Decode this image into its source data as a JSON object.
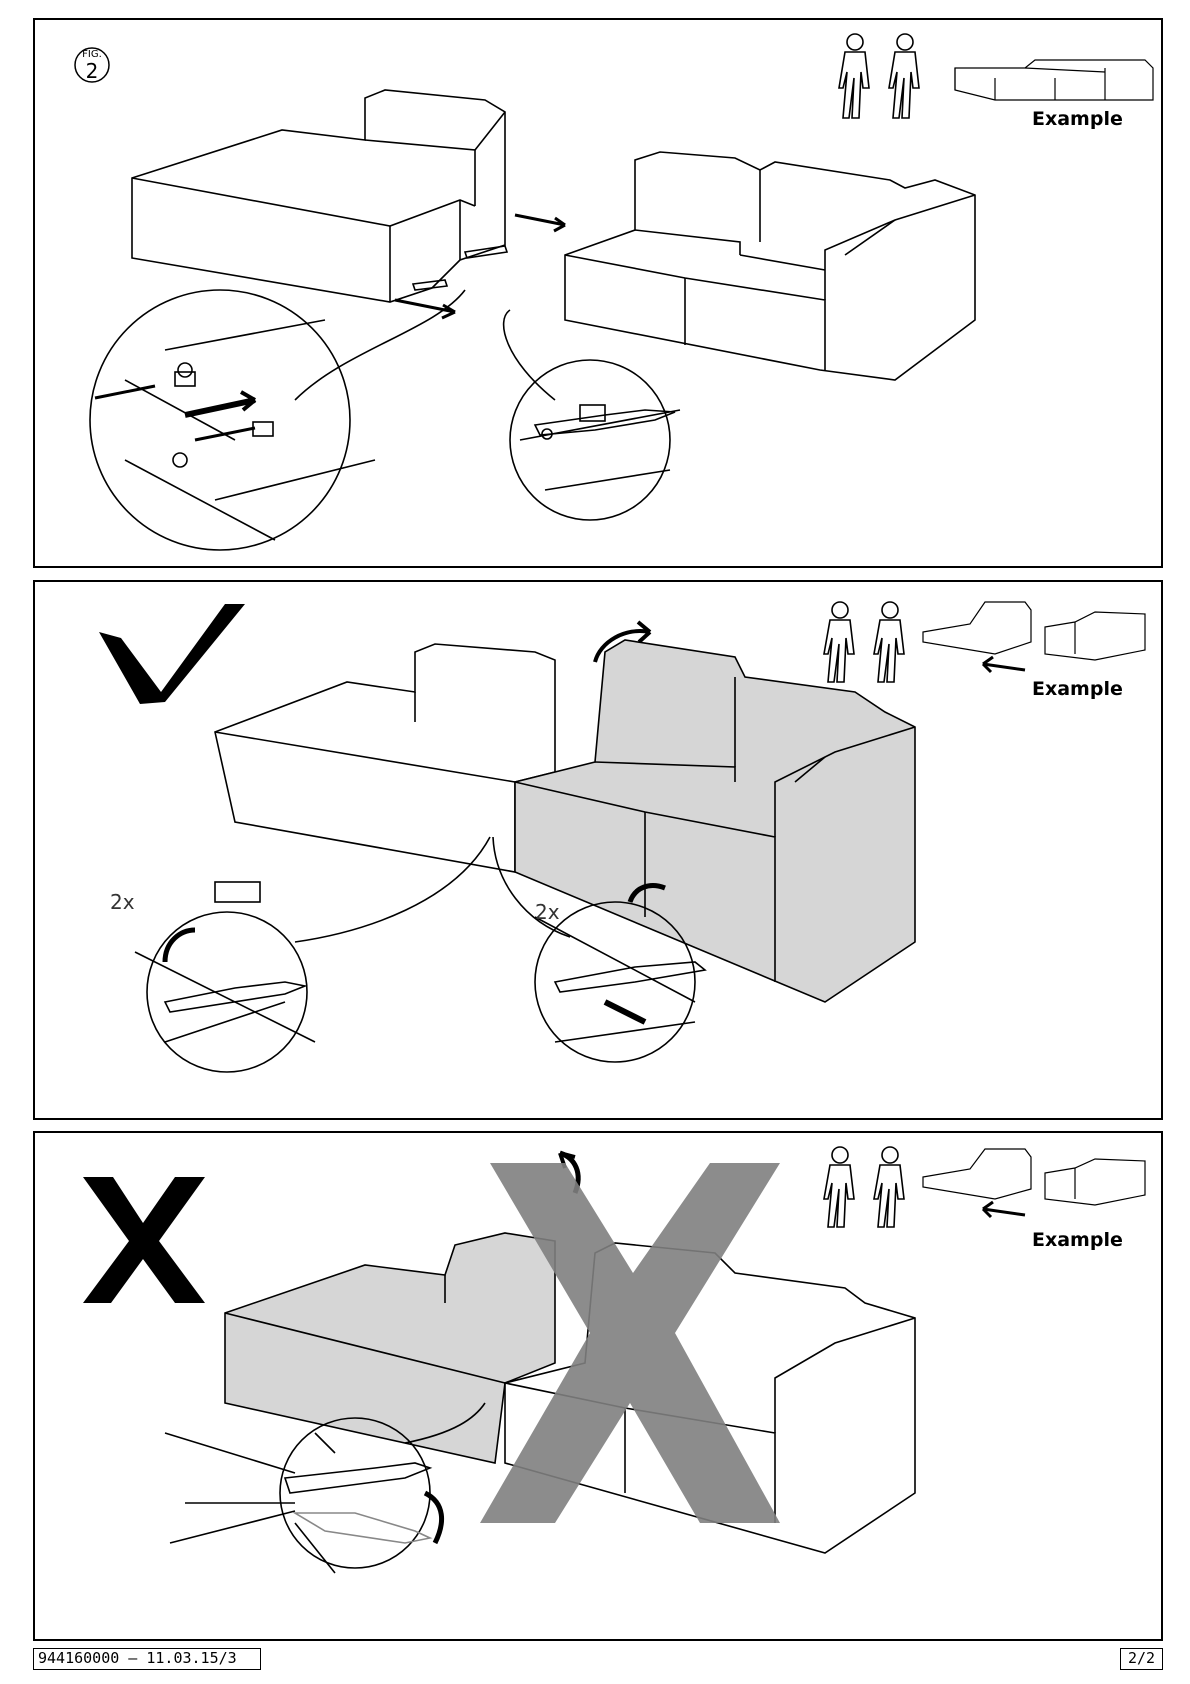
{
  "figure": {
    "label": "FIG.",
    "number": "2"
  },
  "panels": [
    {
      "example_label": "Example"
    },
    {
      "example_label": "Example",
      "multipliers": [
        "2x",
        "2x"
      ]
    },
    {
      "example_label": "Example"
    }
  ],
  "icons": [
    "two-people-icon",
    "sofa-example-icon",
    "arrow-icon",
    "checkmark-icon",
    "cross-icon",
    "rotate-arrow-icon"
  ],
  "footer": {
    "doc_id": "944160000 — 11.03.15/3",
    "page": "2/2"
  }
}
